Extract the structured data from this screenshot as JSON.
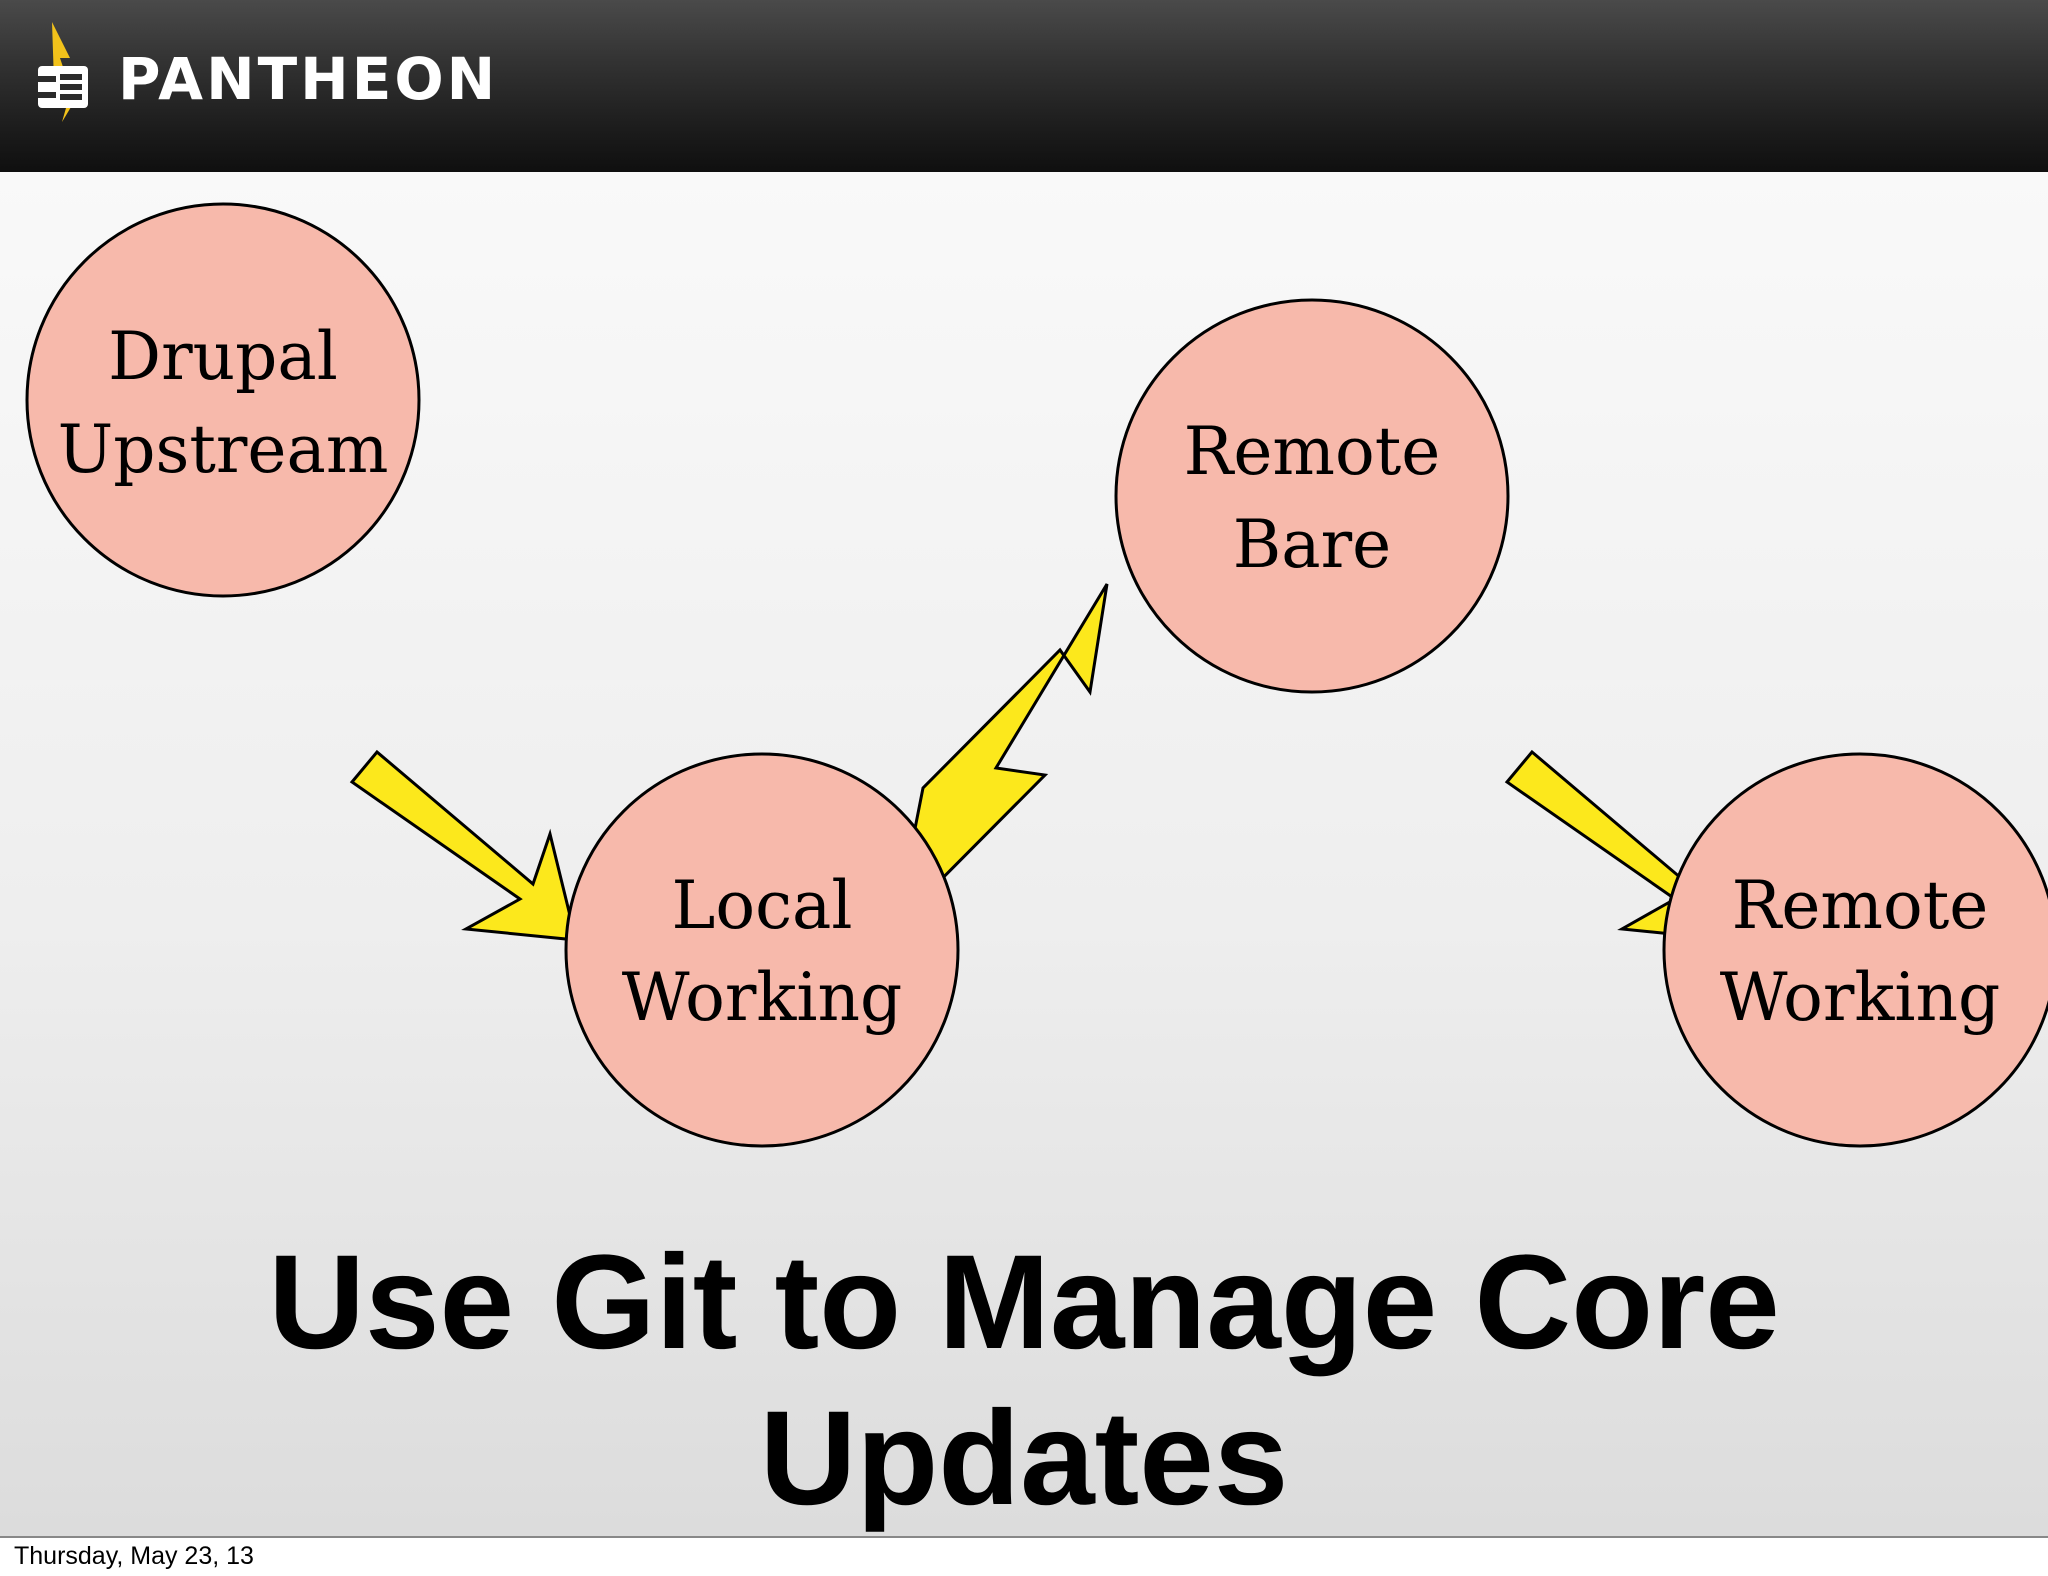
{
  "header": {
    "brand": "PANTHEON",
    "background": "#1c1c1c",
    "logo_icon": "pantheon-bolt-icon"
  },
  "diagram": {
    "node_fill": "#f7b9ab",
    "node_stroke": "#000000",
    "arrow_fill": "#fce81c",
    "nodes": [
      {
        "id": "drupal-upstream",
        "lines": [
          "Drupal",
          "Upstream"
        ]
      },
      {
        "id": "local-working",
        "lines": [
          "Local",
          "Working"
        ]
      },
      {
        "id": "remote-bare",
        "lines": [
          "Remote",
          "Bare"
        ]
      },
      {
        "id": "remote-working",
        "lines": [
          "Remote",
          "Working"
        ]
      }
    ],
    "edges": [
      {
        "from": "drupal-upstream",
        "to": "local-working"
      },
      {
        "from": "local-working",
        "to": "remote-bare"
      },
      {
        "from": "remote-bare",
        "to": "remote-working"
      }
    ]
  },
  "title": {
    "line1": "Use Git to Manage Core",
    "line2": "Updates"
  },
  "footer": {
    "date": "Thursday, May 23, 13"
  }
}
